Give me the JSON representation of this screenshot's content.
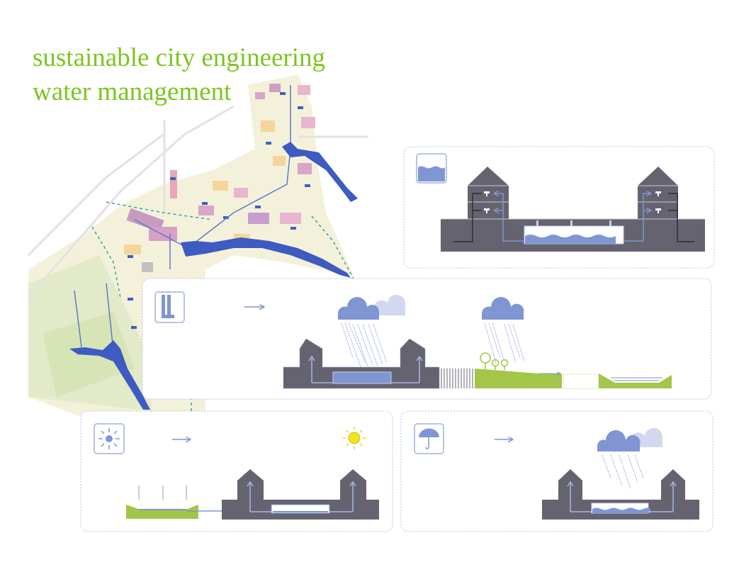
{
  "title": {
    "line1": "sustainable city engineering",
    "line2": "water management"
  },
  "panels": [
    {
      "id": "rainwater-reuse",
      "icon": "water-tank-icon"
    },
    {
      "id": "heavy-rain",
      "icon": "rubber-boots-icon"
    },
    {
      "id": "dry-period",
      "icon": "sun-icon"
    },
    {
      "id": "normal-rain",
      "icon": "umbrella-icon"
    }
  ],
  "colors": {
    "title": "#7cc520",
    "building": "#65636f",
    "water": "#8096d2",
    "water_light": "#d2d8ee",
    "grass": "#a3c548",
    "panel_border": "#b8c0d8",
    "sun": "#f2e51a"
  }
}
